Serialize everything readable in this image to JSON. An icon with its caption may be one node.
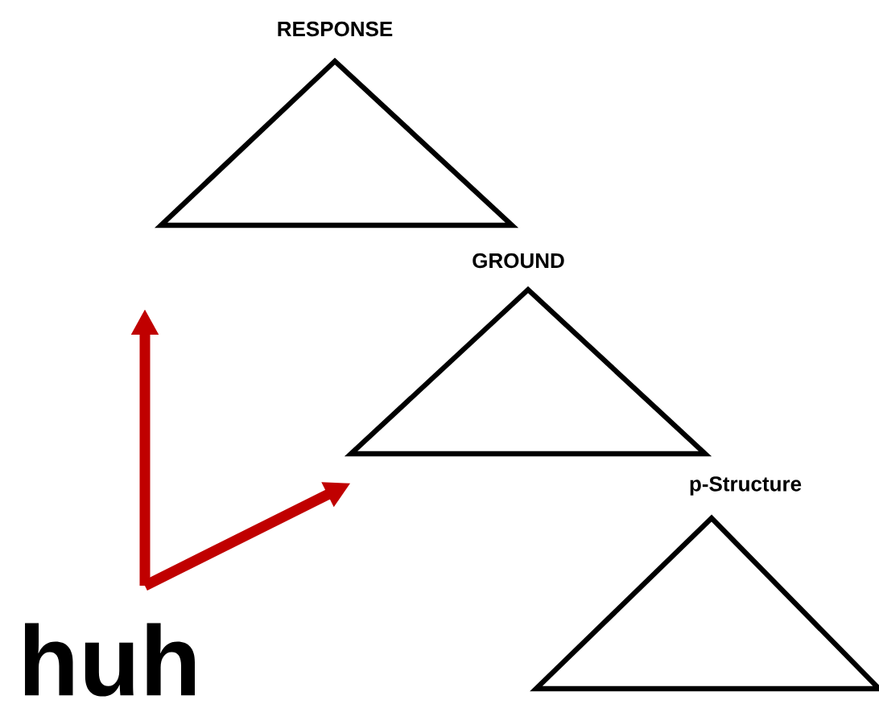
{
  "diagram": {
    "nodes": [
      {
        "text": [
          "RESPONSE"
        ]
      },
      {
        "text": [
          "GROUND"
        ]
      },
      {
        "text": [
          "p-Structure"
        ]
      },
      {
        "text": [
          "huh"
        ]
      }
    ],
    "edges": [
      {
        "from": 3,
        "to": null,
        "arrow": "to",
        "color": "#c00000"
      },
      {
        "from": 3,
        "to": 1,
        "arrow": "to",
        "color": "#c00000"
      }
    ]
  }
}
